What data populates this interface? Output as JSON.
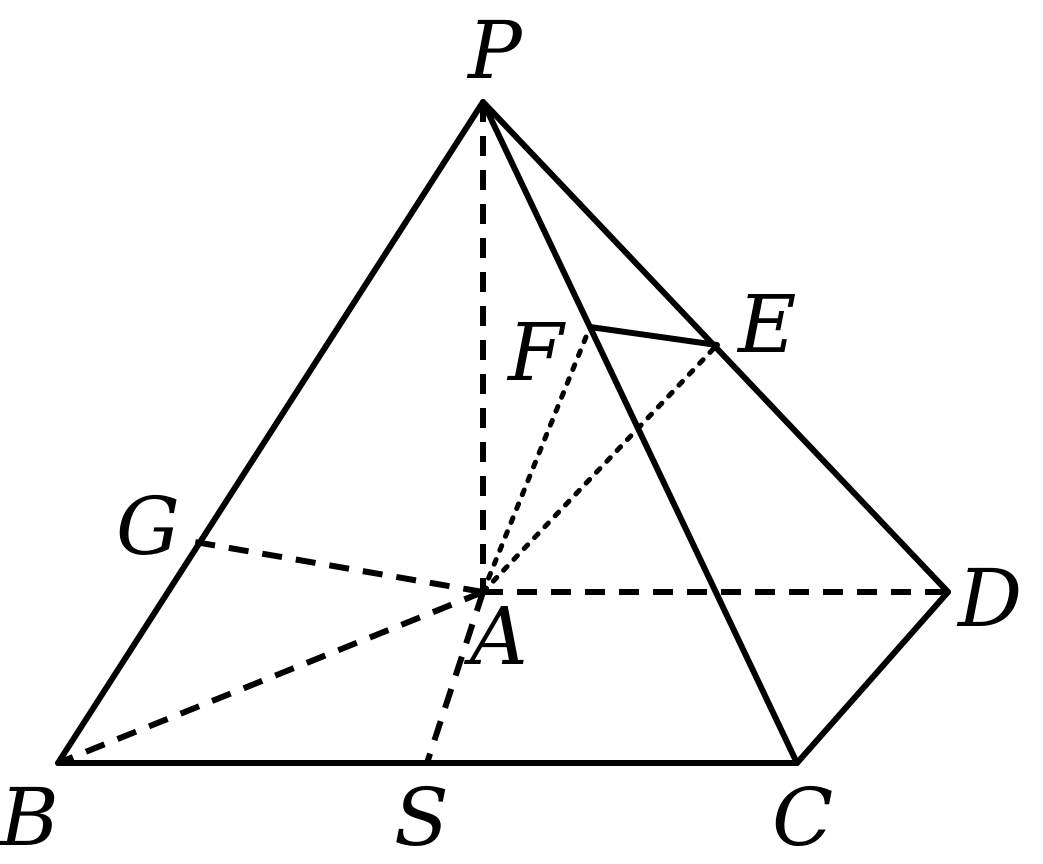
{
  "diagram": {
    "labels": {
      "P": "P",
      "E": "E",
      "F": "F",
      "G": "G",
      "A": "A",
      "D": "D",
      "B": "B",
      "S": "S",
      "C": "C"
    },
    "colors": {
      "stroke": "#000000",
      "background": "#ffffff"
    }
  }
}
